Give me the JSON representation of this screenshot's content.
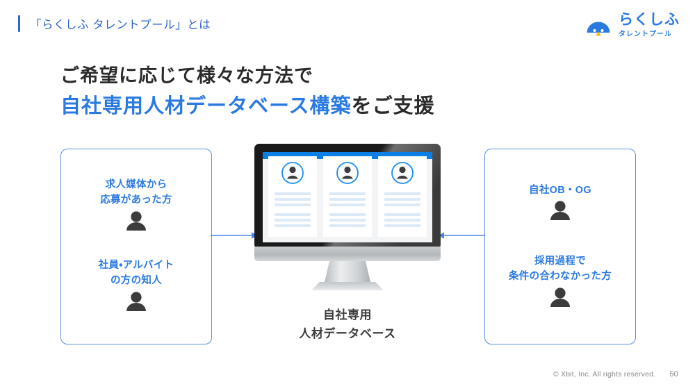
{
  "header": {
    "title": "「らくしふ タレントプール」とは",
    "accent_color": "#3366cc",
    "logo": {
      "mark_name": "rakushifu-bird-logo",
      "main": "らくしふ",
      "sub": "タレントプール",
      "color": "#2b7ae0",
      "beak_color": "#f5b721"
    }
  },
  "headline": {
    "line1": "ご希望に応じて様々な方法で",
    "line2_emphasis": "自社専用人材データベース構築",
    "line2_tail": "をご支援",
    "emphasis_color": "#2b7ae0",
    "base_color": "#2b2b2b"
  },
  "left_box": {
    "border_color": "#5b8fe0",
    "groups": [
      {
        "label_line1": "求人媒体から",
        "label_line2": "応募があった方",
        "icon": "person-icon"
      },
      {
        "label_line1": "社員・アルバイト",
        "label_line2": "の方の知人",
        "icon": "person-icon"
      }
    ]
  },
  "right_box": {
    "border_color": "#5b8fe0",
    "groups": [
      {
        "label_line1": "自社OB・OG",
        "label_line2": "",
        "icon": "person-icon"
      },
      {
        "label_line1": "採用過程で",
        "label_line2": "条件の合わなかった方",
        "icon": "person-icon"
      }
    ]
  },
  "center": {
    "device": "desktop-monitor",
    "screen_accent_color": "#0b7fe8",
    "cards": [
      {
        "avatar": "person-avatar-icon",
        "line_groups": [
          3,
          3
        ]
      },
      {
        "avatar": "person-avatar-icon",
        "line_groups": [
          3,
          3
        ]
      },
      {
        "avatar": "person-avatar-icon",
        "line_groups": [
          3,
          3
        ]
      }
    ],
    "caption_line1": "自社専用",
    "caption_line2": "人材データベース"
  },
  "arrows": {
    "left_to_center": {
      "direction": "right",
      "color": "#4a86e8"
    },
    "right_to_center": {
      "direction": "left",
      "color": "#4a86e8"
    }
  },
  "footer": {
    "copyright": "© Xbit, Inc. All rights reserved.",
    "page_number": "50"
  }
}
